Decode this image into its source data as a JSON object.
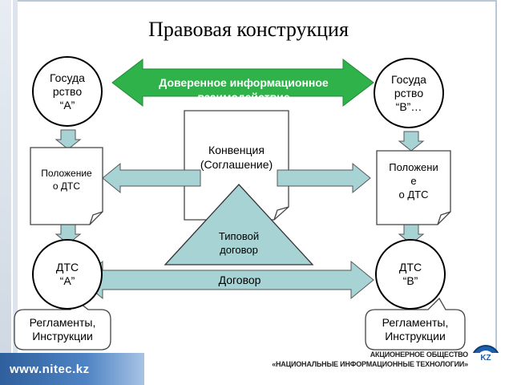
{
  "title": "Правовая конструкция",
  "state_a": "Госуда\nрство\n“А”",
  "state_b": "Госуда\nрство\n“В”…",
  "trusted_exchange": "Доверенное информационное\nвзаимодействие",
  "convention": "Конвенция\n(Соглашение)",
  "regulation_a": "Положение\nо ДТС",
  "regulation_b": "Положени\nе\nо ДТС",
  "standard_contract": "Типовой\nдоговор",
  "contract": "Договор",
  "tsp_a": "ДТС\n“А”",
  "tsp_b": "ДТС\n“В”",
  "rules_a": "Регламенты,\nИнструкции",
  "rules_b": "Регламенты,\nИнструкции",
  "footer_url": "www.nitec.kz",
  "company_line1": "АКЦИОНЕРНОЕ ОБЩЕСТВО",
  "company_line2": "«НАЦИОНАЛЬНЫЕ ИНФОРМАЦИОННЫЕ ТЕХНОЛОГИИ»",
  "logo_text": "KZ",
  "colors": {
    "arrow_fill": "#a8d3d5",
    "green_arrow": "#2fb24a",
    "triangle_fill": "#a8d3d5",
    "footer_blue": "#2f5f9c"
  }
}
